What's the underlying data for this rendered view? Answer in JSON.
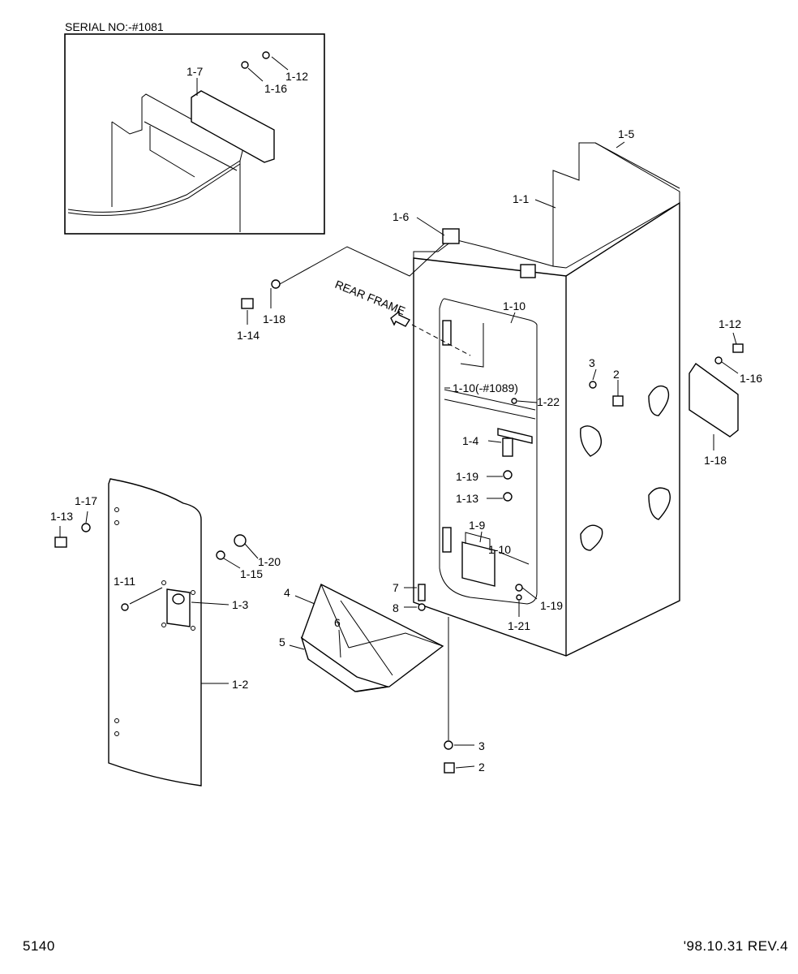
{
  "inset": {
    "title": "SERIAL NO:-#1081"
  },
  "footer": {
    "page_number": "5140",
    "date_rev": "'98.10.31  REV.4"
  },
  "rear_frame_note": "REAR FRAME",
  "callouts": {
    "c1_7": "1-7",
    "c1_12_inset": "1-12",
    "c1_16_inset": "1-16",
    "c1_5": "1-5",
    "c1_1": "1-1",
    "c1_6": "1-6",
    "c1_18_left": "1-18",
    "c1_14": "1-14",
    "c1_10_top": "1-10",
    "c3_upper": "3",
    "c2_upper": "2",
    "c1_10_1089": "1-10(-#1089)",
    "c1_22": "1-22",
    "c1_4": "1-4",
    "c1_19_upper": "1-19",
    "c1_13_inner": "1-13",
    "c1_12_right": "1-12",
    "c1_16_right": "1-16",
    "c1_18_right": "1-18",
    "c1_9": "1-9",
    "c1_10_lower": "1-10",
    "c1_19_lower": "1-19",
    "c1_21": "1-21",
    "c7": "7",
    "c8": "8",
    "c4": "4",
    "c5": "5",
    "c6": "6",
    "c3_lower": "3",
    "c2_lower": "2",
    "c1_17": "1-17",
    "c1_13_left": "1-13",
    "c1_11": "1-11",
    "c1_3": "1-3",
    "c1_2": "1-2",
    "c1_20": "1-20",
    "c1_15": "1-15"
  }
}
